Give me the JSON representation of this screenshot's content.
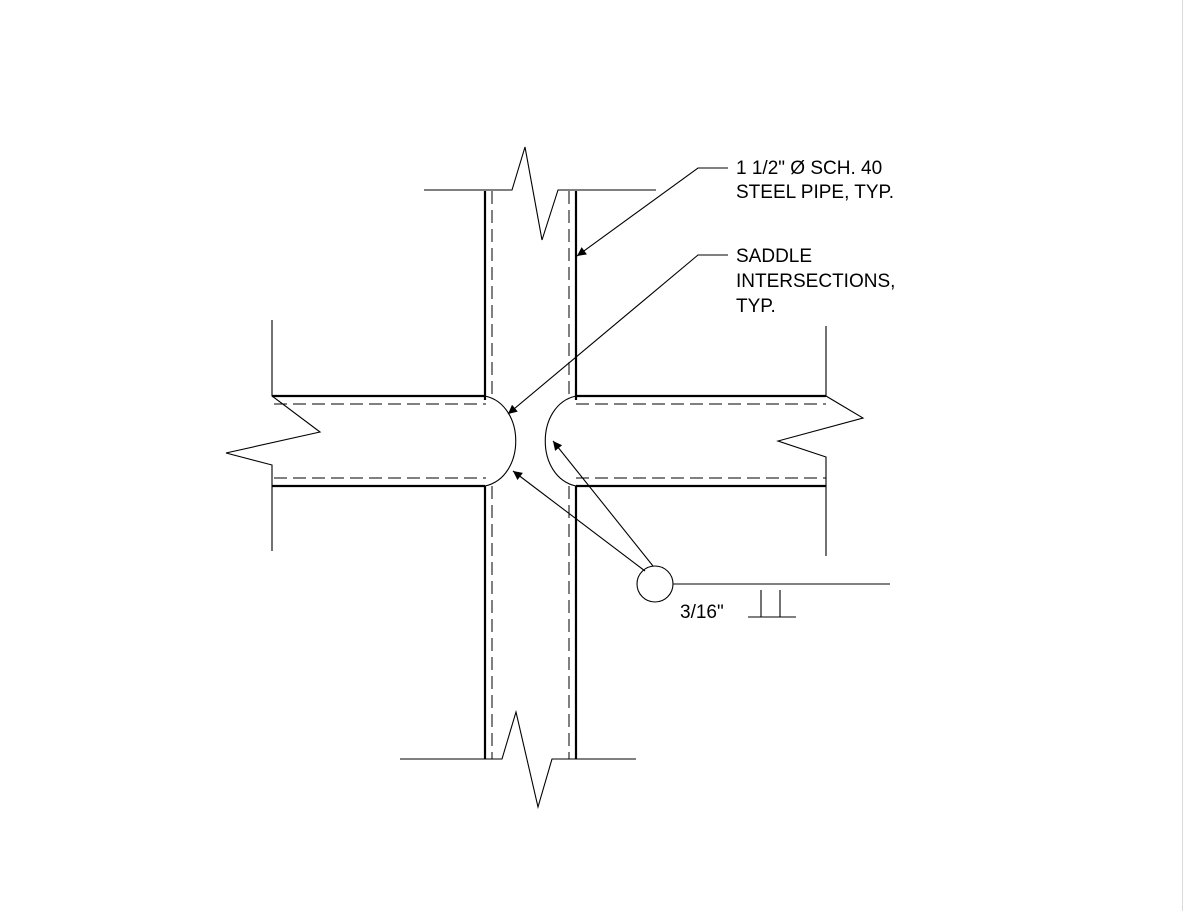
{
  "callouts": {
    "pipe_line1": "1 1/2\" Ø SCH. 40",
    "pipe_line2": "STEEL PIPE, TYP.",
    "saddle_line1": "SADDLE",
    "saddle_line2": "INTERSECTIONS,",
    "saddle_line3": "TYP."
  },
  "weld": {
    "size": "3/16\""
  }
}
